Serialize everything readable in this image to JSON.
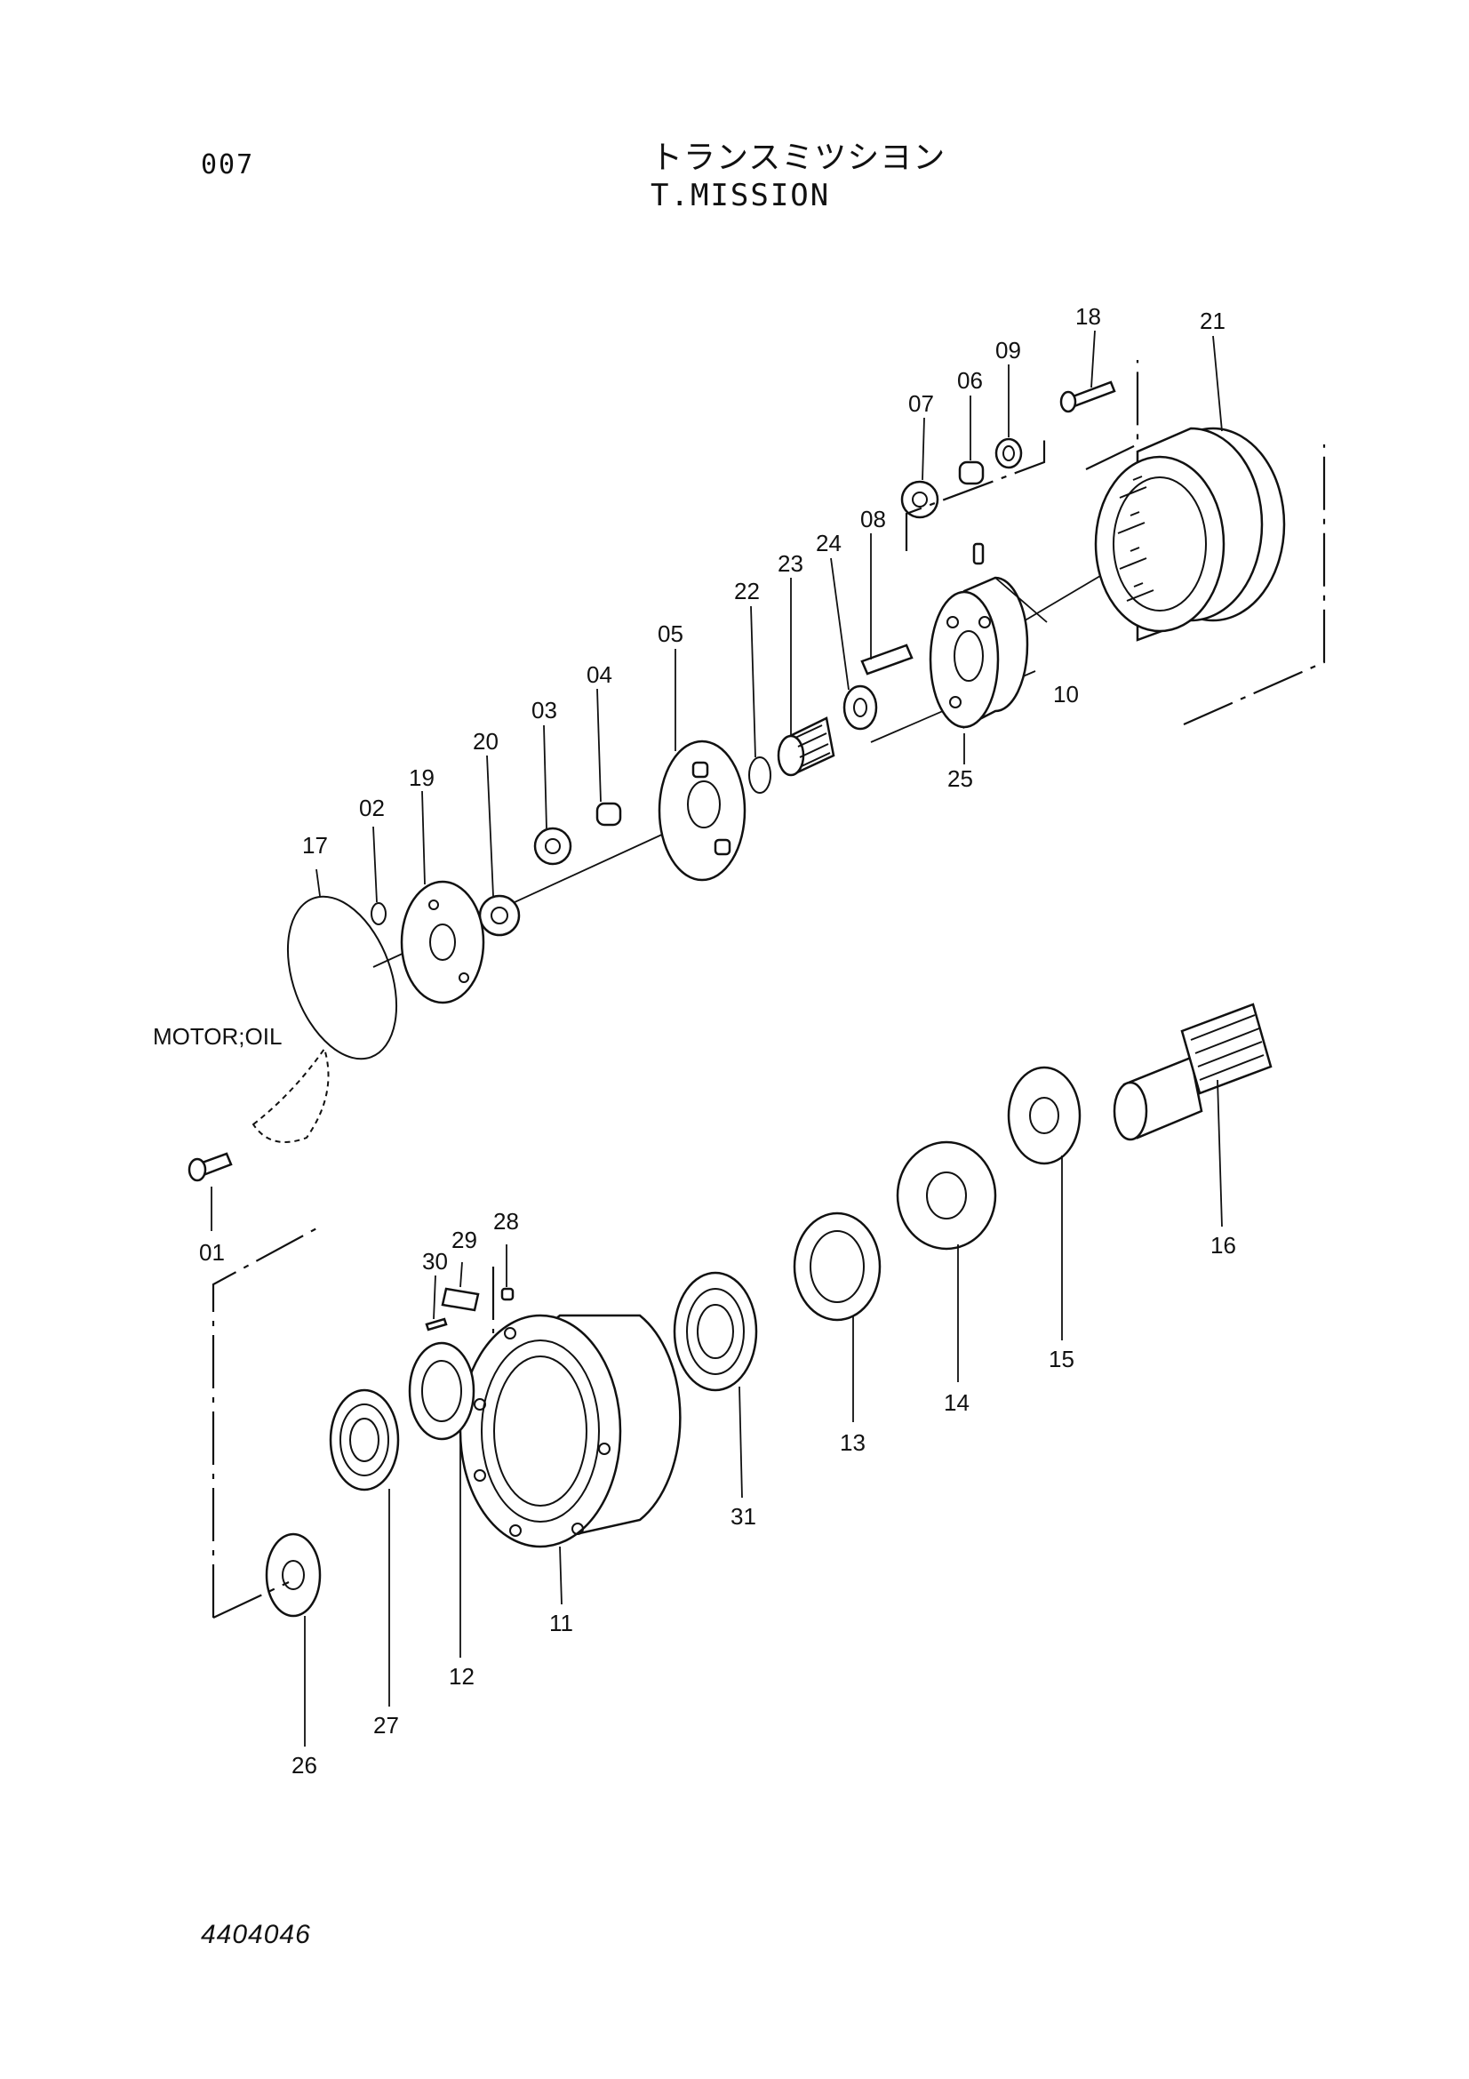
{
  "header": {
    "page_number": "007",
    "title_ja": "トランスミツシヨン",
    "title_en": "T.MISSION"
  },
  "footer": {
    "doc_code": "4404046"
  },
  "diagram": {
    "motor_label": "MOTOR;OIL",
    "callouts": [
      "01",
      "02",
      "03",
      "04",
      "05",
      "06",
      "07",
      "08",
      "09",
      "10",
      "11",
      "12",
      "13",
      "14",
      "15",
      "16",
      "17",
      "18",
      "19",
      "20",
      "21",
      "22",
      "23",
      "24",
      "25",
      "26",
      "27",
      "28",
      "29",
      "30",
      "31"
    ]
  }
}
